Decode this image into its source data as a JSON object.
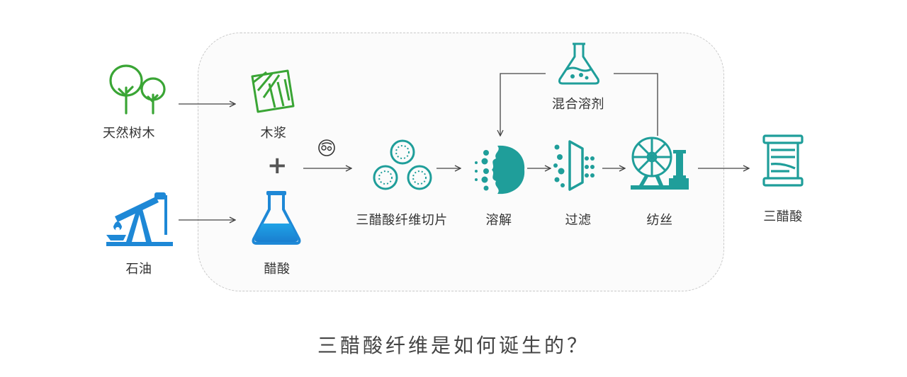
{
  "title": "三醋酸纤维是如何诞生的？",
  "labels": {
    "trees": "天然树木",
    "pulp": "木浆",
    "oil": "石油",
    "acetic_acid": "醋酸",
    "cta_chips": "三醋酸纤维切片",
    "dissolve": "溶解",
    "filter": "过滤",
    "spinning": "纺丝",
    "mixed_solvent": "混合溶剂",
    "product": "三醋酸"
  },
  "plus": "+",
  "colors": {
    "green": "#3aa535",
    "blue": "#1e88d6",
    "teal": "#1f9e9a",
    "arrow": "#444444",
    "text": "#333333"
  },
  "icons": [
    "tree-icon",
    "pulp-icon",
    "oil-pump-icon",
    "flask-icon",
    "reaction-icon",
    "chips-icon",
    "dissolve-icon",
    "filter-icon",
    "solvent-flask-icon",
    "spinning-wheel-icon",
    "spool-icon"
  ]
}
